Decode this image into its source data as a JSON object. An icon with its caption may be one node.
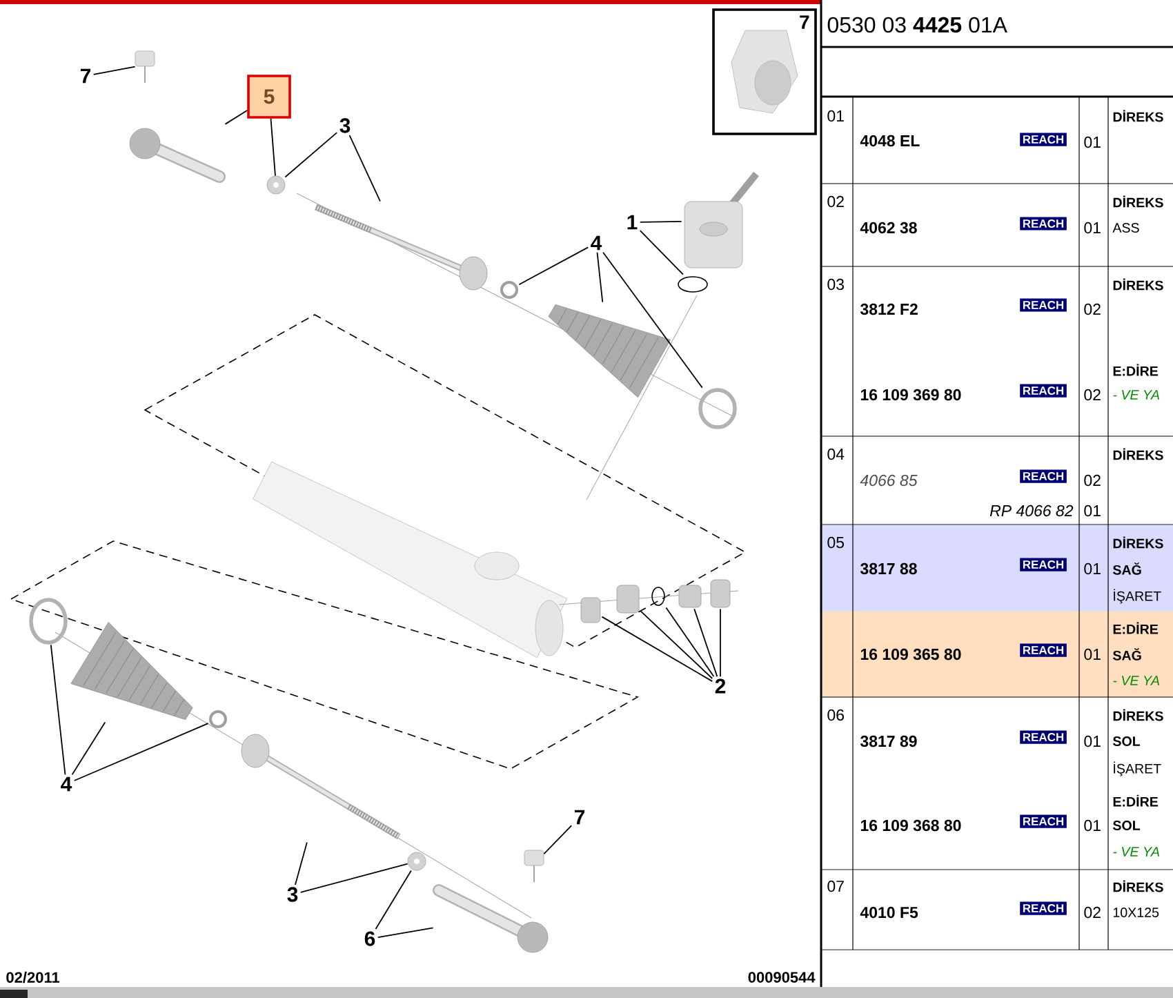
{
  "diagram": {
    "nodes": [
      {
        "text": [
          "7"
        ]
      },
      {
        "text": [],
        "shape": "picture"
      },
      {
        "text": [
          "5"
        ]
      },
      {
        "text": [],
        "shape": "picture"
      },
      {
        "text": [],
        "shape": "picture"
      },
      {
        "text": [
          "3"
        ]
      },
      {
        "text": [],
        "shape": "picture"
      },
      {
        "text": [
          "1"
        ]
      },
      {
        "text": [],
        "shape": "picture"
      },
      {
        "text": [],
        "shape": "circle"
      },
      {
        "text": [
          "4"
        ]
      },
      {
        "text": [],
        "shape": "circle"
      },
      {
        "text": [],
        "shape": "picture"
      },
      {
        "text": [],
        "shape": "circle"
      },
      {
        "text": [
          "2"
        ]
      },
      {
        "text": [],
        "shape": "box"
      },
      {
        "text": [],
        "shape": "box"
      },
      {
        "text": [],
        "shape": "circle"
      },
      {
        "text": [],
        "shape": "box"
      },
      {
        "text": [],
        "shape": "box"
      },
      {
        "text": [
          "4"
        ]
      },
      {
        "text": [],
        "shape": "circle"
      },
      {
        "text": [],
        "shape": "picture"
      },
      {
        "text": [],
        "shape": "circle"
      },
      {
        "text": [
          "3"
        ]
      },
      {
        "text": [],
        "shape": "picture"
      },
      {
        "text": [],
        "shape": "picture"
      },
      {
        "text": [
          "6"
        ]
      },
      {
        "text": [],
        "shape": "picture"
      },
      {
        "text": [
          "7"
        ]
      },
      {
        "text": [],
        "shape": "picture"
      },
      {
        "text": [
          "7"
        ]
      }
    ],
    "edges": [
      {
        "from": 0,
        "to": 1,
        "arrow": "none"
      },
      {
        "from": 2,
        "to": 3,
        "arrow": "none"
      },
      {
        "from": 2,
        "to": 4,
        "arrow": "none"
      },
      {
        "from": 5,
        "to": 4,
        "arrow": "none"
      },
      {
        "from": 5,
        "to": 6,
        "arrow": "none"
      },
      {
        "from": 7,
        "to": 8,
        "arrow": "none"
      },
      {
        "from": 7,
        "to": 9,
        "arrow": "none"
      },
      {
        "from": 10,
        "to": 11,
        "arrow": "none"
      },
      {
        "from": 10,
        "to": 12,
        "arrow": "none"
      },
      {
        "from": 10,
        "to": 13,
        "arrow": "none"
      },
      {
        "from": 14,
        "to": 15,
        "arrow": "none"
      },
      {
        "from": 14,
        "to": 16,
        "arrow": "none"
      },
      {
        "from": 14,
        "to": 17,
        "arrow": "none"
      },
      {
        "from": 14,
        "to": 18,
        "arrow": "none"
      },
      {
        "from": 14,
        "to": 19,
        "arrow": "none"
      },
      {
        "from": 20,
        "to": 21,
        "arrow": "none"
      },
      {
        "from": 20,
        "to": 22,
        "arrow": "none"
      },
      {
        "from": 20,
        "to": 23,
        "arrow": "none"
      },
      {
        "from": 24,
        "to": 25,
        "arrow": "none"
      },
      {
        "from": 24,
        "to": 26,
        "arrow": "none"
      },
      {
        "from": 27,
        "to": 26,
        "arrow": "none"
      },
      {
        "from": 27,
        "to": 28,
        "arrow": "none"
      },
      {
        "from": 29,
        "to": 30,
        "arrow": "none"
      }
    ],
    "labels": [
      "0530 03 **4425** 01A",
      "01",
      "4048 EL",
      "REACH",
      "01",
      "DİREKS",
      "02",
      "4062 38",
      "REACH",
      "01",
      "DİREKS",
      "ASS",
      "03",
      "3812 F2",
      "REACH",
      "02",
      "DİREKS",
      "E:DİRE",
      "16 109 369 80",
      "REACH",
      "02",
      "- VE YA",
      "04",
      "4066 85",
      "REACH",
      "02",
      "DİREKS",
      "RP 4066 82",
      "01",
      "05",
      "3817 88",
      "REACH",
      "01",
      "DİREKS",
      "SAĞ",
      "İŞARET",
      "E:DİRE",
      "16 109 365 80",
      "REACH",
      "01",
      "SAĞ",
      "- VE YA",
      "06",
      "3817 89",
      "REACH",
      "01",
      "DİREKS",
      "SOL",
      "İŞARET",
      "E:DİRE",
      "16 109 368 80",
      "REACH",
      "01",
      "SOL",
      "- VE YA",
      "07",
      "4010 F5",
      "REACH",
      "02",
      "DİREKS",
      "10X125",
      "02/2011",
      "00090544"
    ]
  }
}
